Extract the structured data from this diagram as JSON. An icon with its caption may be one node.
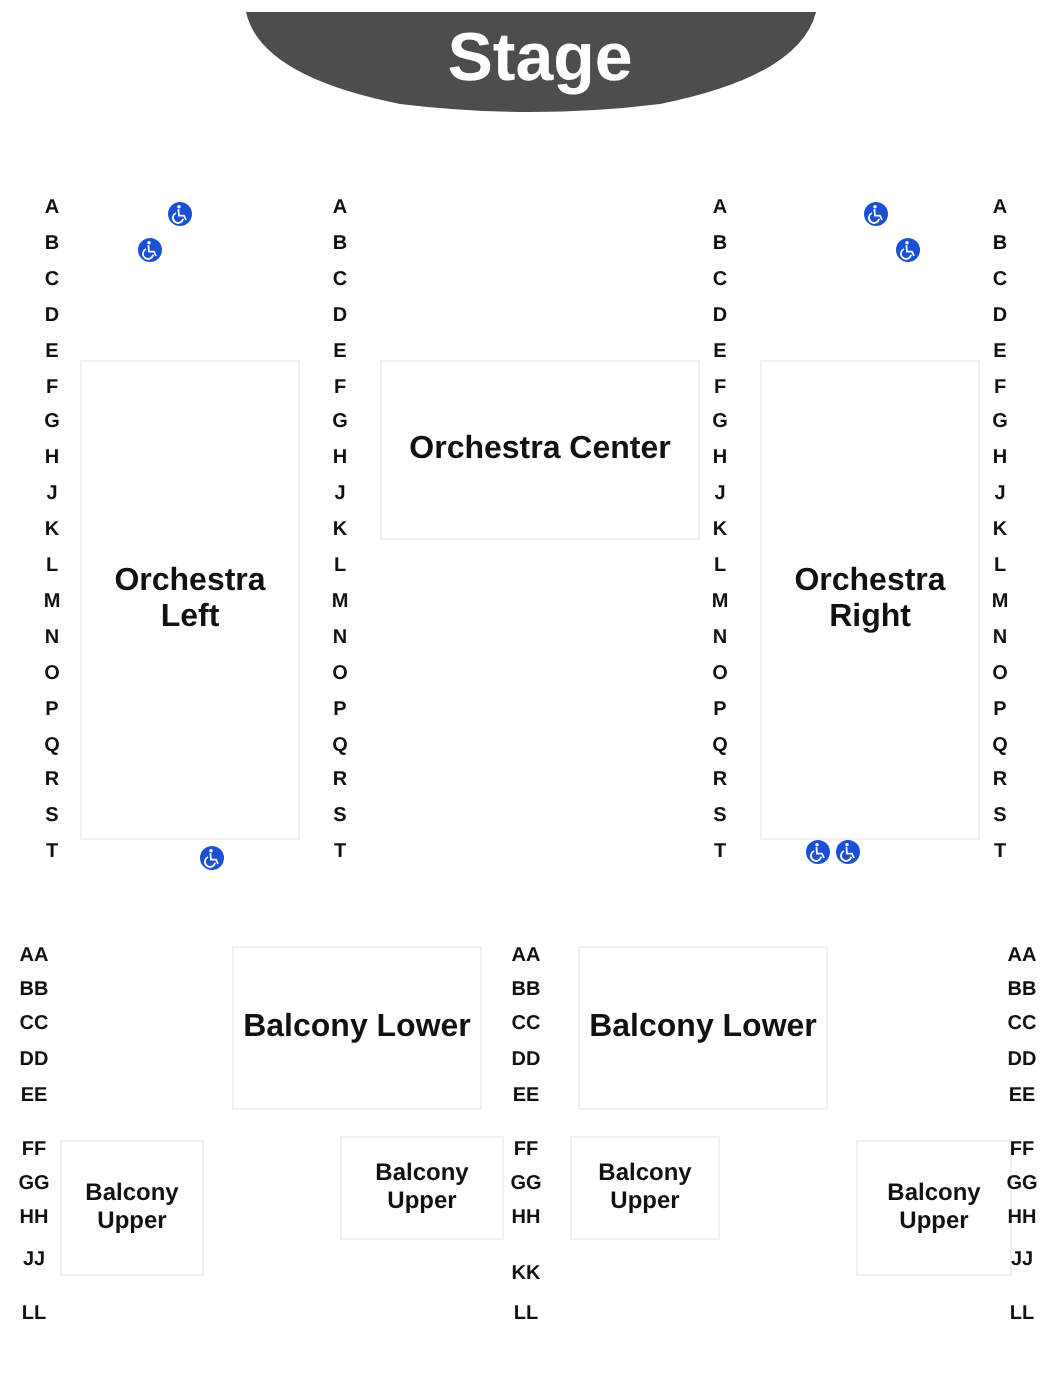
{
  "diagram": {
    "nodes": [
      {
        "text": [
          "Stage"
        ]
      },
      {
        "text": [
          "Orchestra Left"
        ]
      },
      {
        "text": [
          "Orchestra Center"
        ]
      },
      {
        "text": [
          "Orchestra Right"
        ]
      },
      {
        "text": [
          "Balcony Lower"
        ]
      },
      {
        "text": [
          "Balcony Lower"
        ]
      },
      {
        "text": [
          "Balcony Upper"
        ]
      },
      {
        "text": [
          "Balcony Upper"
        ]
      },
      {
        "text": [
          "Balcony Upper"
        ]
      },
      {
        "text": [
          "Balcony Upper"
        ]
      }
    ],
    "labels": [
      "A",
      "A",
      "A",
      "A",
      "B",
      "B",
      "B",
      "B",
      "C",
      "C",
      "C",
      "C",
      "D",
      "D",
      "D",
      "D",
      "E",
      "E",
      "E",
      "E",
      "F",
      "F",
      "F",
      "F",
      "G",
      "G",
      "G",
      "G",
      "H",
      "H",
      "H",
      "H",
      "J",
      "J",
      "J",
      "J",
      "K",
      "K",
      "K",
      "K",
      "L",
      "L",
      "L",
      "L",
      "M",
      "M",
      "M",
      "M",
      "N",
      "N",
      "N",
      "N",
      "O",
      "O",
      "O",
      "O",
      "P",
      "P",
      "P",
      "P",
      "Q",
      "Q",
      "Q",
      "Q",
      "R",
      "R",
      "R",
      "R",
      "S",
      "S",
      "S",
      "S",
      "T",
      "T",
      "T",
      "T",
      "AA",
      "AA",
      "AA",
      "BB",
      "BB",
      "BB",
      "CC",
      "CC",
      "CC",
      "DD",
      "DD",
      "DD",
      "EE",
      "EE",
      "EE",
      "FF",
      "FF",
      "FF",
      "GG",
      "GG",
      "GG",
      "HH",
      "HH",
      "HH",
      "JJ",
      "KK",
      "JJ",
      "LL",
      "LL",
      "LL"
    ]
  }
}
